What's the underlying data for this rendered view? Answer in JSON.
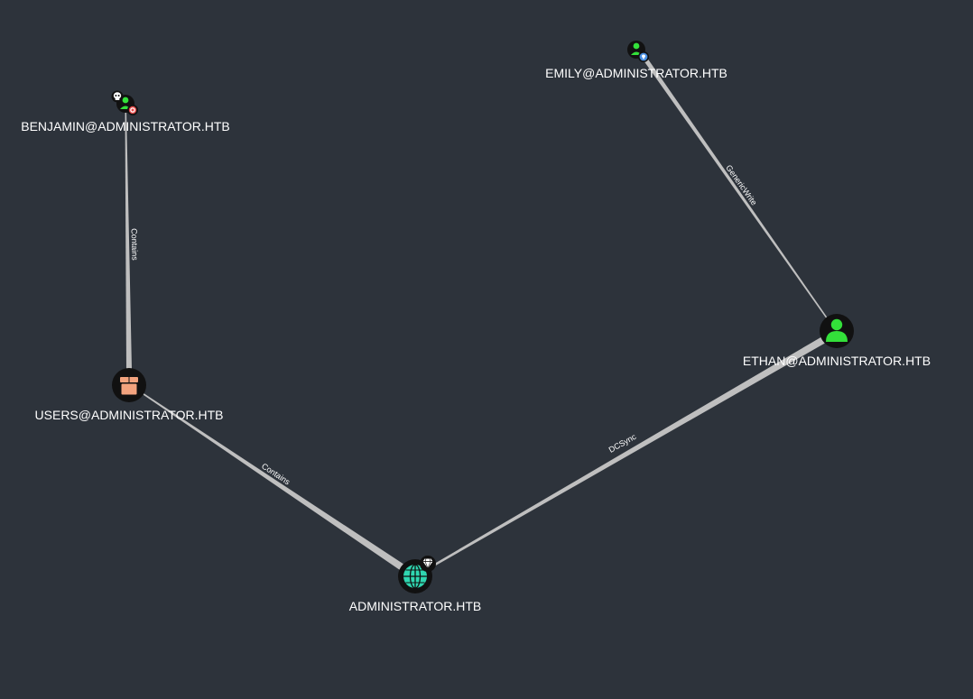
{
  "graph": {
    "background": "#2d333b",
    "edge_color": "#bfbfbf",
    "nodes": {
      "benjamin": {
        "label": "BENJAMIN@ADMINISTRATOR.HTB",
        "icon": "user-icon",
        "badges": [
          "skull-icon",
          "target-icon"
        ],
        "icon_color": "#33e03a"
      },
      "emily": {
        "label": "EMILY@ADMINISTRATOR.HTB",
        "icon": "user-icon",
        "badges": [
          "marker-icon"
        ],
        "icon_color": "#33e03a"
      },
      "ethan": {
        "label": "ETHAN@ADMINISTRATOR.HTB",
        "icon": "user-icon",
        "badges": [],
        "icon_color": "#33e03a"
      },
      "users": {
        "label": "USERS@ADMINISTRATOR.HTB",
        "icon": "box-icon",
        "badges": [],
        "icon_color": "#f3a37e"
      },
      "domain": {
        "label": "ADMINISTRATOR.HTB",
        "icon": "globe-icon",
        "badges": [
          "gem-icon"
        ],
        "icon_color": "#2fd6b0"
      }
    },
    "edges": [
      {
        "from": "benjamin",
        "to": "users",
        "label": "Contains"
      },
      {
        "from": "users",
        "to": "domain",
        "label": "Contains"
      },
      {
        "from": "domain",
        "to": "ethan",
        "label": "DCSync"
      },
      {
        "from": "ethan",
        "to": "emily",
        "label": "GenericWrite"
      }
    ]
  }
}
